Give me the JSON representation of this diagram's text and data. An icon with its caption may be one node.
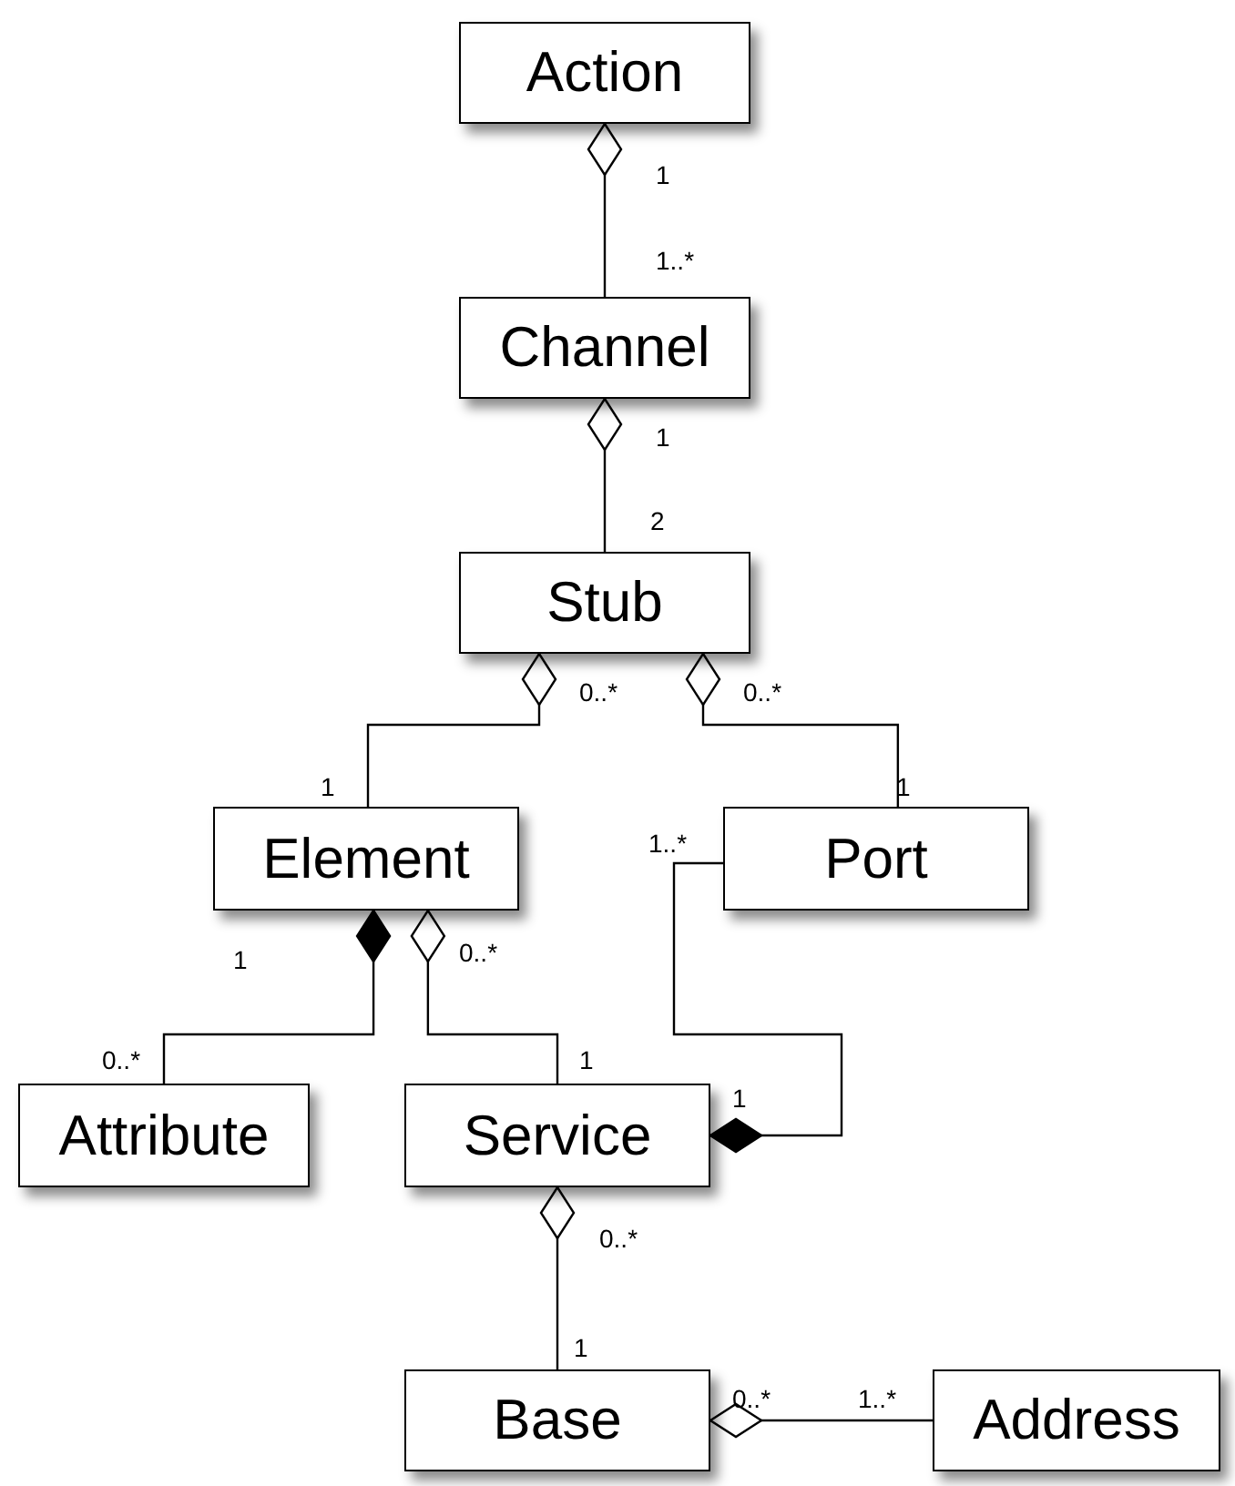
{
  "diagram": {
    "nodes": [
      {
        "text": [
          "Action"
        ]
      },
      {
        "text": [
          "Channel"
        ]
      },
      {
        "text": [
          "Stub"
        ]
      },
      {
        "text": [
          "Element"
        ]
      },
      {
        "text": [
          "Port"
        ]
      },
      {
        "text": [
          "Attribute"
        ]
      },
      {
        "text": [
          "Service"
        ]
      },
      {
        "text": [
          "Base"
        ]
      },
      {
        "text": [
          "Address"
        ]
      }
    ],
    "edges": [
      {
        "from": 0,
        "to": 1,
        "arrow": "other"
      },
      {
        "from": 1,
        "to": 2,
        "arrow": "other"
      },
      {
        "from": 2,
        "to": 3,
        "arrow": "other"
      },
      {
        "from": 2,
        "to": 4,
        "arrow": "other"
      },
      {
        "from": 3,
        "to": 5,
        "arrow": "other"
      },
      {
        "from": 3,
        "to": 6,
        "arrow": "other"
      },
      {
        "from": 6,
        "to": 4,
        "arrow": "other"
      },
      {
        "from": 6,
        "to": 7,
        "arrow": "other"
      },
      {
        "from": 7,
        "to": 8,
        "arrow": "other"
      }
    ],
    "labels": [
      "1",
      "1..*",
      "1",
      "2",
      "0..*",
      "0..*",
      "1",
      "1",
      "1..*",
      "1",
      "0..*",
      "0..*",
      "1",
      "1",
      "0..*",
      "1",
      "0..*",
      "1..*"
    ]
  }
}
